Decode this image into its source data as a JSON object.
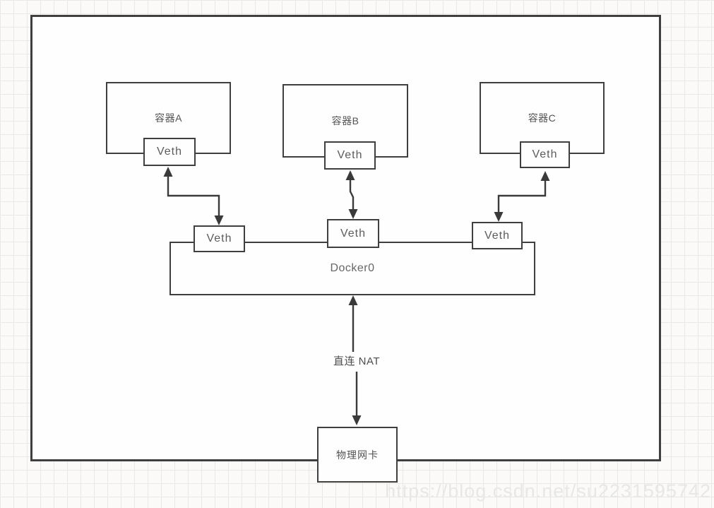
{
  "diagram": {
    "containers": [
      {
        "label": "容器A"
      },
      {
        "label": "容器B"
      },
      {
        "label": "容器C"
      }
    ],
    "veth_label": "Veth",
    "bridge_label": "Docker0",
    "nat_label": "直连 NAT",
    "nic_label": "物理网卡"
  },
  "watermark": "https://blog.csdn.net/su2231595742",
  "colors": {
    "line": "#3a3a3a",
    "box_border": "#3f3f3f",
    "text": "#525252",
    "grid": "#eae8e6",
    "watermark": "#e7e7e7"
  }
}
